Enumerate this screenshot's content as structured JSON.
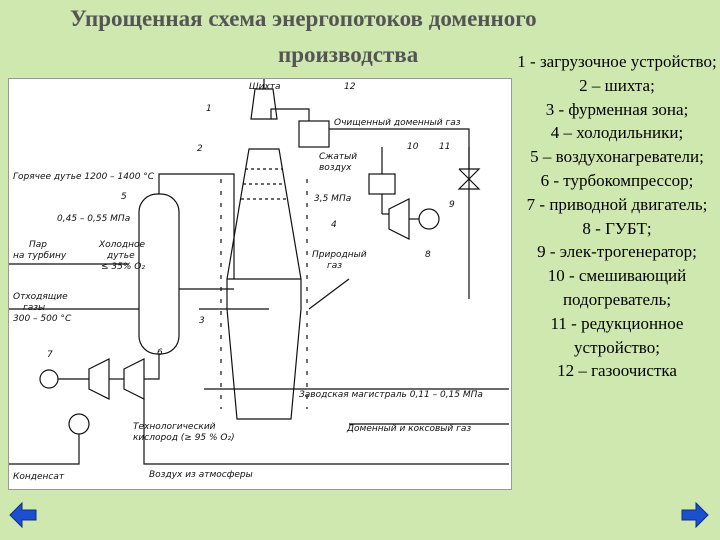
{
  "title": {
    "line1": "Упрощенная схема энергопотоков доменного",
    "line2": "производства"
  },
  "legend": [
    "1 - загрузочное устройство;",
    "2 – шихта;",
    "3 - фурменная зона;",
    "4 – холодильники;",
    "5 – воздухонагреватели;",
    "6 - турбокомпрессор;",
    "7 - приводной двигатель;",
    "8 - ГУБТ;",
    "9 - элек-трогенератор;",
    "10 - смешивающий подогреватель;",
    "11 - редукционное устройство;",
    "12 – газоочистка"
  ],
  "diagram": {
    "shikhta": "Шихта",
    "clean_gas": "Очищенный доменный газ",
    "compressed_air_1": "Сжатый",
    "compressed_air_2": "воздух",
    "hot_blast": "Горячее дутье 1200 – 1400 °С",
    "pressure_low": "0,45 – 0,55 МПа",
    "pressure_mid": "3,5 МПа",
    "steam_1": "Пар",
    "steam_2": "на турбину",
    "cold_blast_1": "Холодное",
    "cold_blast_2": "дутье",
    "cold_blast_3": "≤ 35% О₂",
    "natural_gas_1": "Природный",
    "natural_gas_2": "газ",
    "flue_1": "Отходящие",
    "flue_2": "газы",
    "flue_3": "300 – 500 °С",
    "plant_main": "Заводская магистраль 0,11 – 0,15 МПа",
    "tech_oxygen_1": "Технологический",
    "tech_oxygen_2": "кислород (≥ 95 % О₂)",
    "coke_gas": "Доменный и коксовый газ",
    "condensate": "Конденсат",
    "air": "Воздух из атмосферы",
    "num_1": "1",
    "num_2": "2",
    "num_3": "3",
    "num_4": "4",
    "num_5": "5",
    "num_6": "6",
    "num_7": "7",
    "num_8": "8",
    "num_9": "9",
    "num_10": "10",
    "num_11": "11",
    "num_12": "12"
  },
  "colors": {
    "background": "#cfe8b0",
    "title": "#555555",
    "nav": "#1a4fd0"
  },
  "icons": {
    "prev": "arrow-left-icon",
    "next": "arrow-right-icon"
  }
}
